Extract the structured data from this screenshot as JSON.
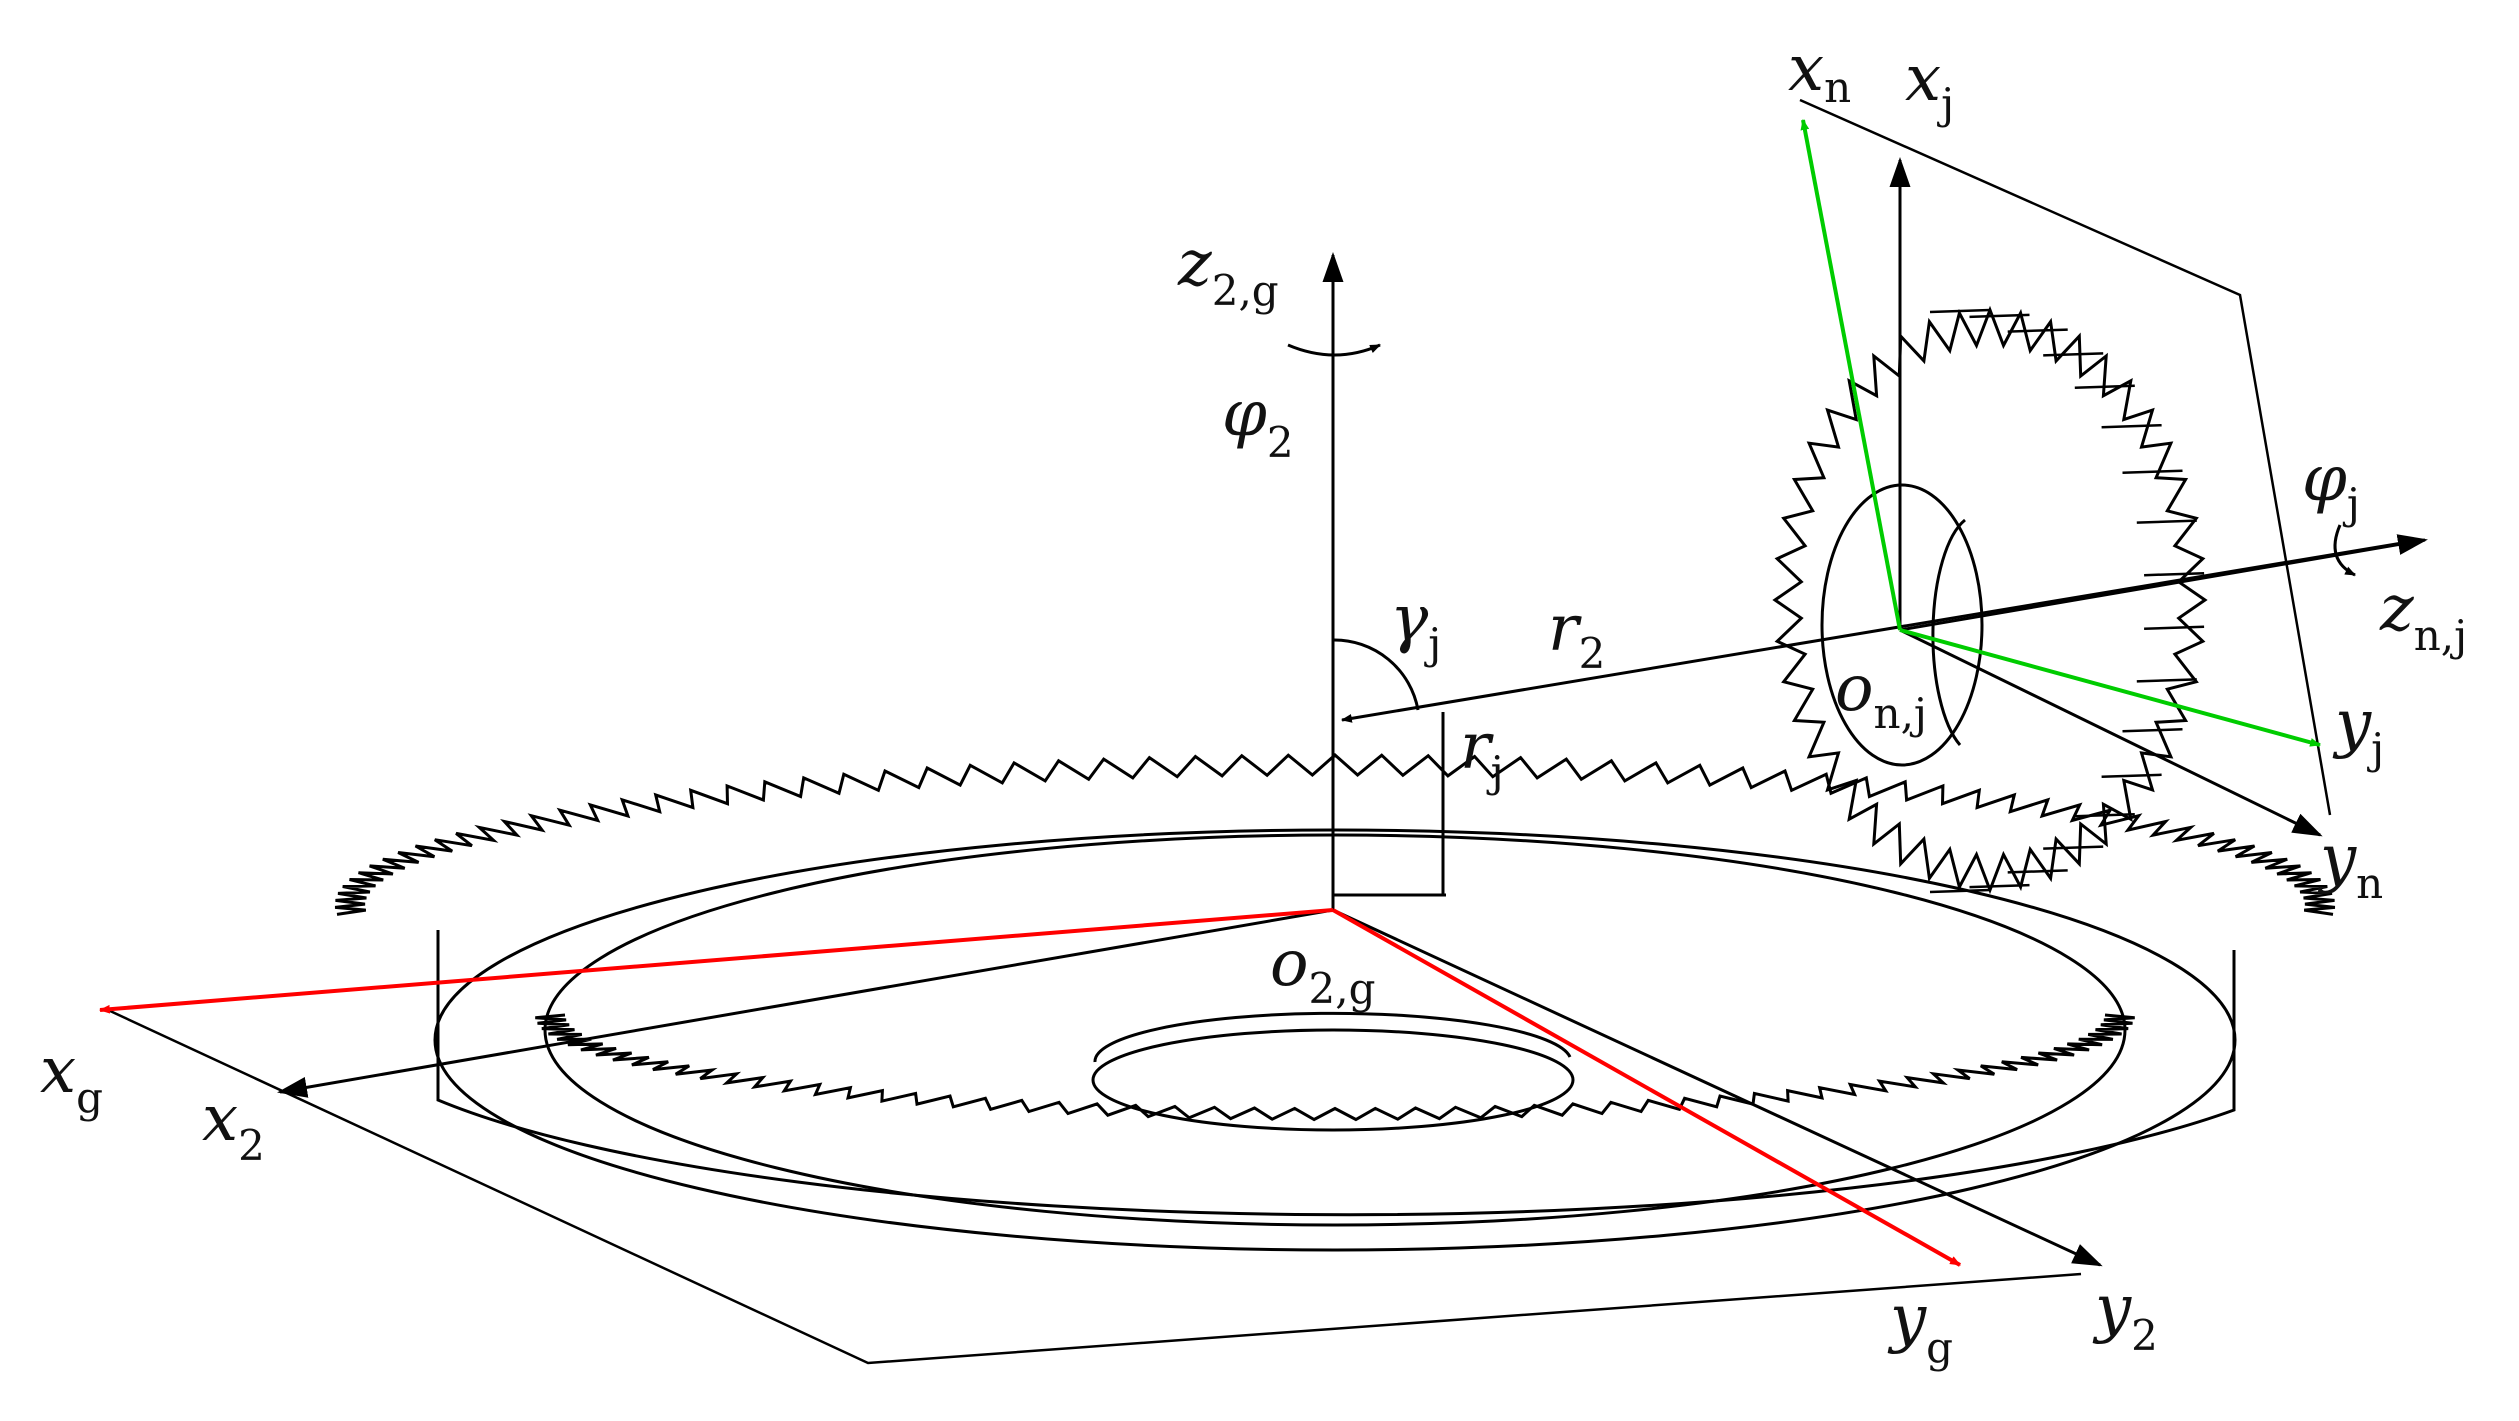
{
  "colors": {
    "lines": "#000000",
    "ring_frame": "#ff0000",
    "pinion_frame": "#00cc00",
    "background": "#ffffff"
  },
  "labels": {
    "z2g": {
      "main": "z",
      "sub": "2,g"
    },
    "phi2": {
      "main": "φ",
      "sub": "2"
    },
    "gamma": {
      "main": "γ",
      "sub": "j"
    },
    "r2": {
      "main": "r",
      "sub": "2"
    },
    "rj": {
      "main": "r",
      "sub": "j"
    },
    "o2g": {
      "main": "o",
      "sub": "2,g"
    },
    "xg": {
      "main": "x",
      "sub": "g"
    },
    "x2": {
      "main": "x",
      "sub": "2"
    },
    "yg": {
      "main": "y",
      "sub": "g"
    },
    "y2": {
      "main": "y",
      "sub": "2"
    },
    "xn": {
      "main": "x",
      "sub": "n"
    },
    "xj": {
      "main": "x",
      "sub": "j"
    },
    "phij": {
      "main": "φ",
      "sub": "j"
    },
    "znj": {
      "main": "z",
      "sub": "n,j"
    },
    "onj": {
      "main": "o",
      "sub": "n,j"
    },
    "yj": {
      "main": "y",
      "sub": "j"
    },
    "yn": {
      "main": "y",
      "sub": "n"
    }
  }
}
